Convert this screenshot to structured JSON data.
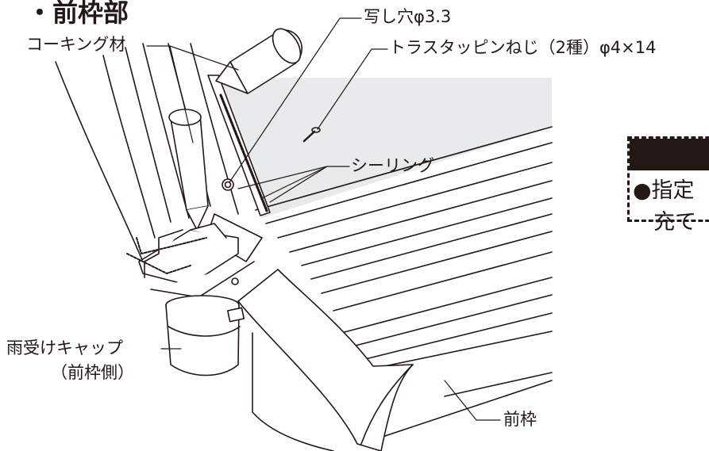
{
  "title": "・前枠部",
  "labels": {
    "caulking": "コーキング材",
    "pilot_hole": "写し穴φ3.3",
    "screw": "トラスタッピンねじ（2種）φ4×14",
    "sealing": "シーリング",
    "rain_cap": "雨受けキャップ",
    "rain_cap_side": "（前枠側）",
    "front_frame": "前枠"
  },
  "note": {
    "line1": "●指定",
    "line2": "充て"
  },
  "colors": {
    "ink": "#231815",
    "panel": "#e9eaeb",
    "fill": "#ffffff"
  }
}
